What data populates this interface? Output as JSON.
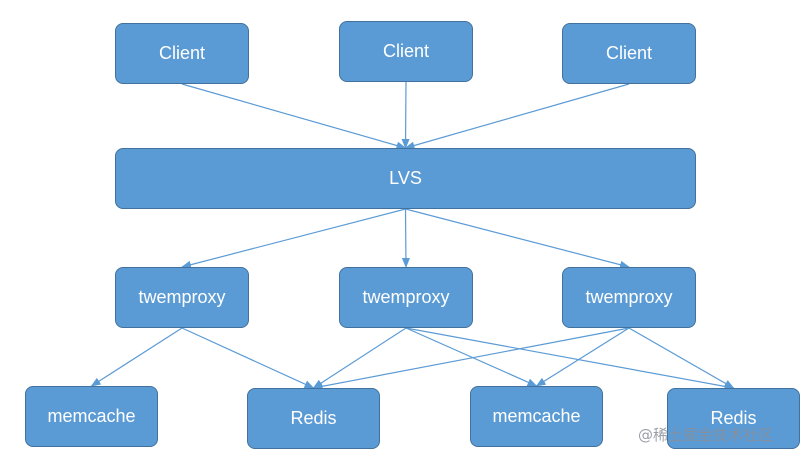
{
  "diagram": {
    "node_color": "#5b9bd5",
    "border_color": "#41719c",
    "edge_color": "#5b9bd5",
    "nodes": [
      {
        "id": "client-1",
        "label": "Client"
      },
      {
        "id": "client-2",
        "label": "Client"
      },
      {
        "id": "client-3",
        "label": "Client"
      },
      {
        "id": "lvs",
        "label": "LVS"
      },
      {
        "id": "twemproxy-1",
        "label": "twemproxy"
      },
      {
        "id": "twemproxy-2",
        "label": "twemproxy"
      },
      {
        "id": "twemproxy-3",
        "label": "twemproxy"
      },
      {
        "id": "memcache-1",
        "label": "memcache"
      },
      {
        "id": "redis-1",
        "label": "Redis"
      },
      {
        "id": "memcache-2",
        "label": "memcache"
      },
      {
        "id": "redis-2",
        "label": "Redis"
      }
    ],
    "edges": [
      {
        "from": "client-1",
        "to": "lvs"
      },
      {
        "from": "client-2",
        "to": "lvs"
      },
      {
        "from": "client-3",
        "to": "lvs"
      },
      {
        "from": "lvs",
        "to": "twemproxy-1"
      },
      {
        "from": "lvs",
        "to": "twemproxy-2"
      },
      {
        "from": "lvs",
        "to": "twemproxy-3"
      },
      {
        "from": "twemproxy-1",
        "to": "memcache-1"
      },
      {
        "from": "twemproxy-1",
        "to": "redis-1"
      },
      {
        "from": "twemproxy-2",
        "to": "redis-1"
      },
      {
        "from": "twemproxy-2",
        "to": "memcache-2"
      },
      {
        "from": "twemproxy-2",
        "to": "redis-2"
      },
      {
        "from": "twemproxy-3",
        "to": "redis-1"
      },
      {
        "from": "twemproxy-3",
        "to": "memcache-2"
      },
      {
        "from": "twemproxy-3",
        "to": "redis-2"
      }
    ]
  },
  "watermark": "@稀土掘金技术社区"
}
